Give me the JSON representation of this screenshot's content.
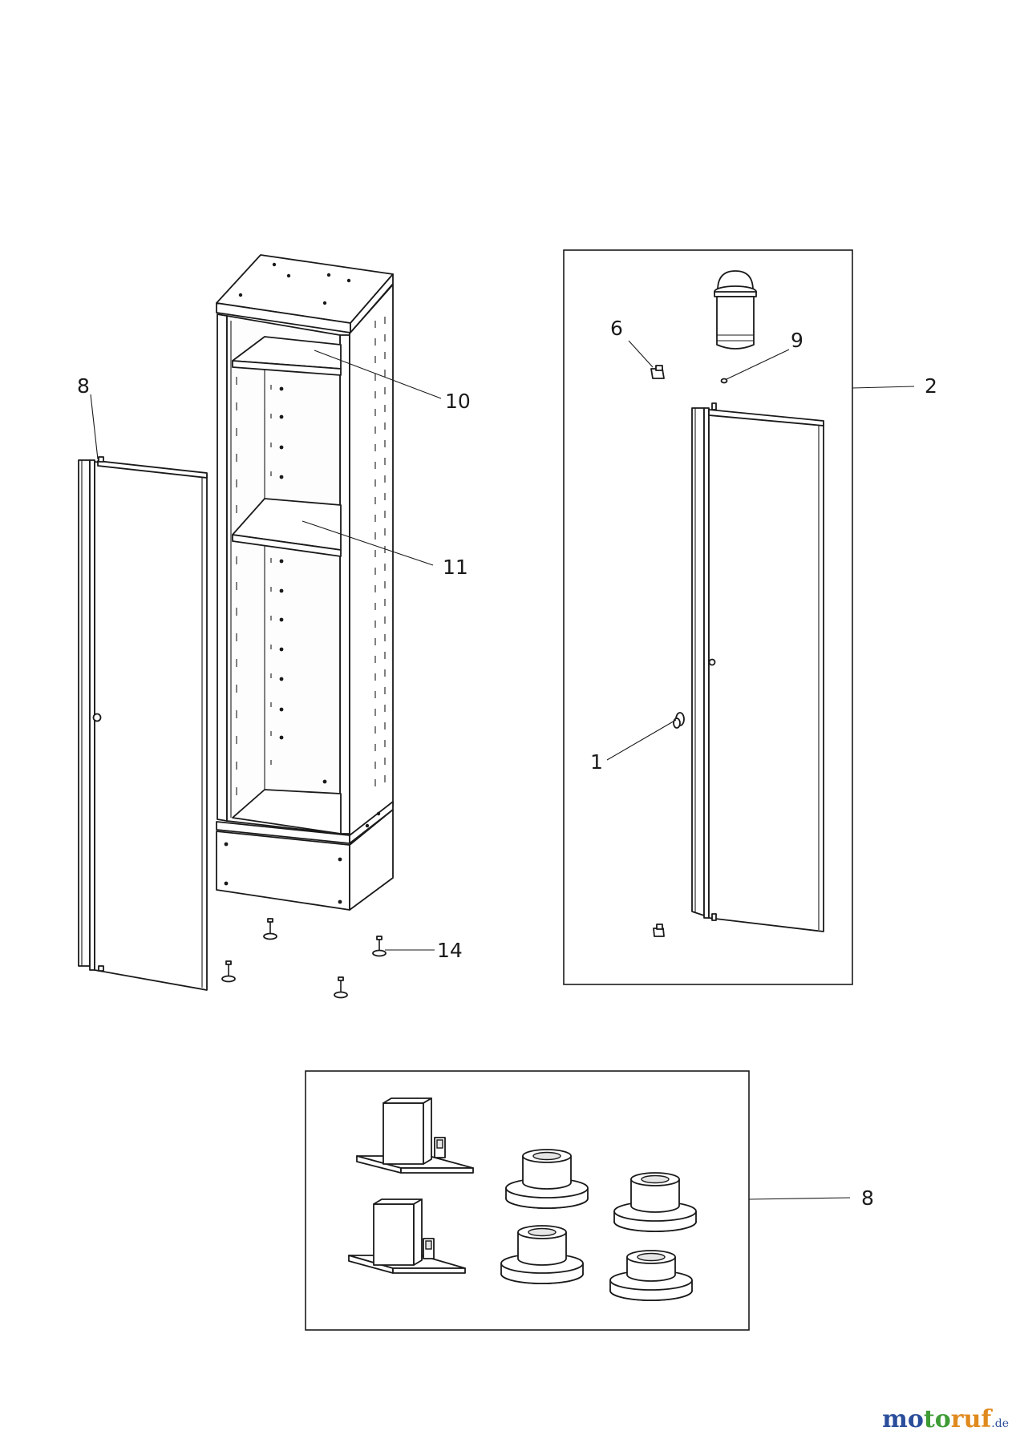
{
  "callouts": {
    "door_left": "8",
    "shelf_top": "10",
    "shelf_mid": "11",
    "foot": "14",
    "hinge_clip": "6",
    "pin": "9",
    "door_assembly": "2",
    "lock": "1",
    "foot_kit": "8"
  },
  "logo": {
    "text_1": "mo",
    "text_2": "to",
    "text_3": "ruf",
    "tld": ".de"
  }
}
